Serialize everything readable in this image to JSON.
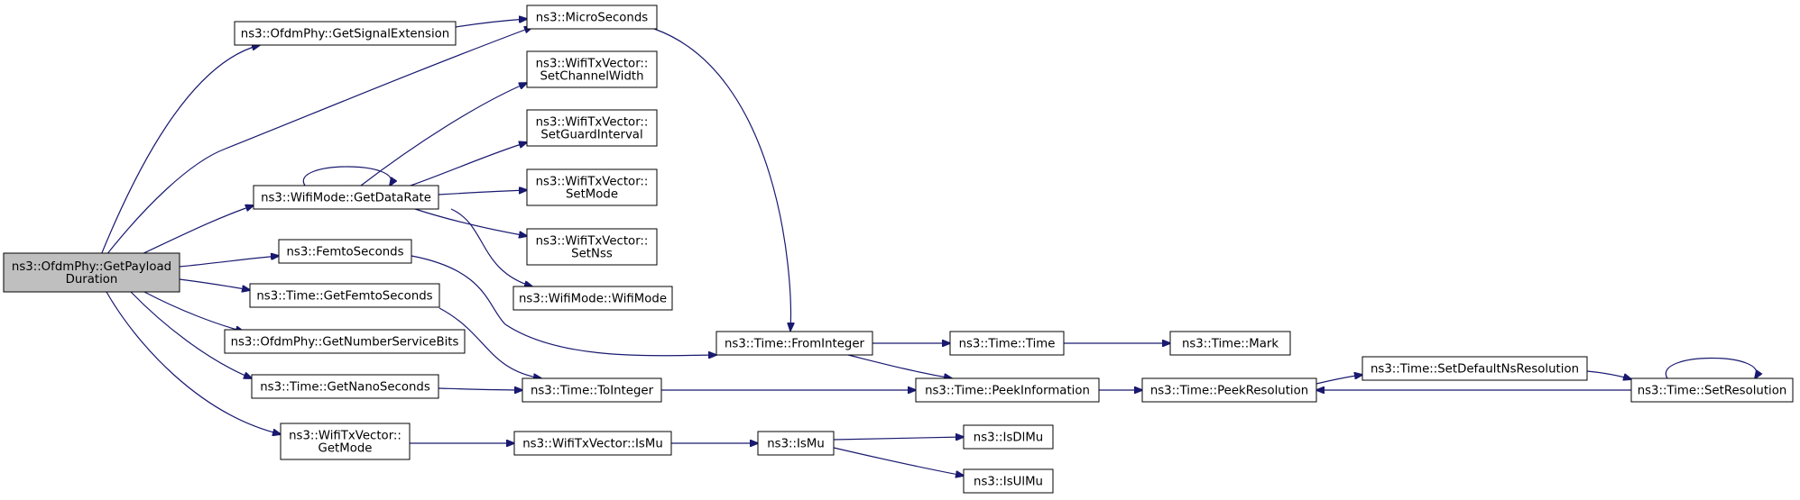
{
  "colors": {
    "edge": "#191970",
    "node_border": "#000000",
    "node_fill": "#ffffff",
    "root_fill": "#bfbfbf",
    "background": "#ffffff"
  },
  "nodes": [
    {
      "id": "root",
      "lines": [
        "ns3::OfdmPhy::GetPayload",
        "Duration"
      ],
      "root": true
    },
    {
      "id": "getsignalext",
      "lines": [
        "ns3::OfdmPhy::GetSignalExtension"
      ]
    },
    {
      "id": "microseconds",
      "lines": [
        "ns3::MicroSeconds"
      ]
    },
    {
      "id": "setchannelwidth",
      "lines": [
        "ns3::WifiTxVector::",
        "SetChannelWidth"
      ]
    },
    {
      "id": "setguardinterval",
      "lines": [
        "ns3::WifiTxVector::",
        "SetGuardInterval"
      ]
    },
    {
      "id": "getdatarate",
      "lines": [
        "ns3::WifiMode::GetDataRate"
      ]
    },
    {
      "id": "setmode",
      "lines": [
        "ns3::WifiTxVector::",
        "SetMode"
      ]
    },
    {
      "id": "setnss",
      "lines": [
        "ns3::WifiTxVector::",
        "SetNss"
      ]
    },
    {
      "id": "femtoseconds",
      "lines": [
        "ns3::FemtoSeconds"
      ]
    },
    {
      "id": "wifimode",
      "lines": [
        "ns3::WifiMode::WifiMode"
      ]
    },
    {
      "id": "getfemtoseconds",
      "lines": [
        "ns3::Time::GetFemtoSeconds"
      ]
    },
    {
      "id": "getnumberservicebits",
      "lines": [
        "ns3::OfdmPhy::GetNumberServiceBits"
      ]
    },
    {
      "id": "frominteger",
      "lines": [
        "ns3::Time::FromInteger"
      ]
    },
    {
      "id": "timetime",
      "lines": [
        "ns3::Time::Time"
      ]
    },
    {
      "id": "timemark",
      "lines": [
        "ns3::Time::Mark"
      ]
    },
    {
      "id": "getnanoseconds",
      "lines": [
        "ns3::Time::GetNanoSeconds"
      ]
    },
    {
      "id": "tointeger",
      "lines": [
        "ns3::Time::ToInteger"
      ]
    },
    {
      "id": "peekinformation",
      "lines": [
        "ns3::Time::PeekInformation"
      ]
    },
    {
      "id": "peekresolution",
      "lines": [
        "ns3::Time::PeekResolution"
      ]
    },
    {
      "id": "setdefaultnsresolution",
      "lines": [
        "ns3::Time::SetDefaultNsResolution"
      ]
    },
    {
      "id": "setresolution",
      "lines": [
        "ns3::Time::SetResolution"
      ]
    },
    {
      "id": "getmode",
      "lines": [
        "ns3::WifiTxVector::",
        "GetMode"
      ]
    },
    {
      "id": "ismu",
      "lines": [
        "ns3::WifiTxVector::IsMu"
      ]
    },
    {
      "id": "ns3ismu",
      "lines": [
        "ns3::IsMu"
      ]
    },
    {
      "id": "isdlmu",
      "lines": [
        "ns3::IsDlMu"
      ]
    },
    {
      "id": "isulmu",
      "lines": [
        "ns3::IsUlMu"
      ]
    }
  ],
  "edges": [
    {
      "from": "root",
      "to": "getsignalext"
    },
    {
      "from": "root",
      "to": "microseconds"
    },
    {
      "from": "root",
      "to": "getdatarate"
    },
    {
      "from": "root",
      "to": "femtoseconds"
    },
    {
      "from": "root",
      "to": "getfemtoseconds"
    },
    {
      "from": "root",
      "to": "getnumberservicebits"
    },
    {
      "from": "root",
      "to": "getnanoseconds"
    },
    {
      "from": "root",
      "to": "getmode"
    },
    {
      "from": "getsignalext",
      "to": "microseconds"
    },
    {
      "from": "microseconds",
      "to": "frominteger"
    },
    {
      "from": "getdatarate",
      "to": "getdatarate"
    },
    {
      "from": "getdatarate",
      "to": "setchannelwidth"
    },
    {
      "from": "getdatarate",
      "to": "setguardinterval"
    },
    {
      "from": "getdatarate",
      "to": "setmode"
    },
    {
      "from": "getdatarate",
      "to": "setnss"
    },
    {
      "from": "getdatarate",
      "to": "wifimode"
    },
    {
      "from": "femtoseconds",
      "to": "frominteger"
    },
    {
      "from": "getfemtoseconds",
      "to": "tointeger"
    },
    {
      "from": "getnanoseconds",
      "to": "tointeger"
    },
    {
      "from": "frominteger",
      "to": "timetime"
    },
    {
      "from": "frominteger",
      "to": "peekinformation"
    },
    {
      "from": "timetime",
      "to": "timemark"
    },
    {
      "from": "tointeger",
      "to": "peekinformation"
    },
    {
      "from": "peekinformation",
      "to": "peekresolution"
    },
    {
      "from": "peekresolution",
      "to": "setdefaultnsresolution"
    },
    {
      "from": "setdefaultnsresolution",
      "to": "setresolution"
    },
    {
      "from": "setresolution",
      "to": "peekresolution"
    },
    {
      "from": "setresolution",
      "to": "setresolution"
    },
    {
      "from": "getmode",
      "to": "ismu"
    },
    {
      "from": "ismu",
      "to": "ns3ismu"
    },
    {
      "from": "ns3ismu",
      "to": "isdlmu"
    },
    {
      "from": "ns3ismu",
      "to": "isulmu"
    }
  ]
}
